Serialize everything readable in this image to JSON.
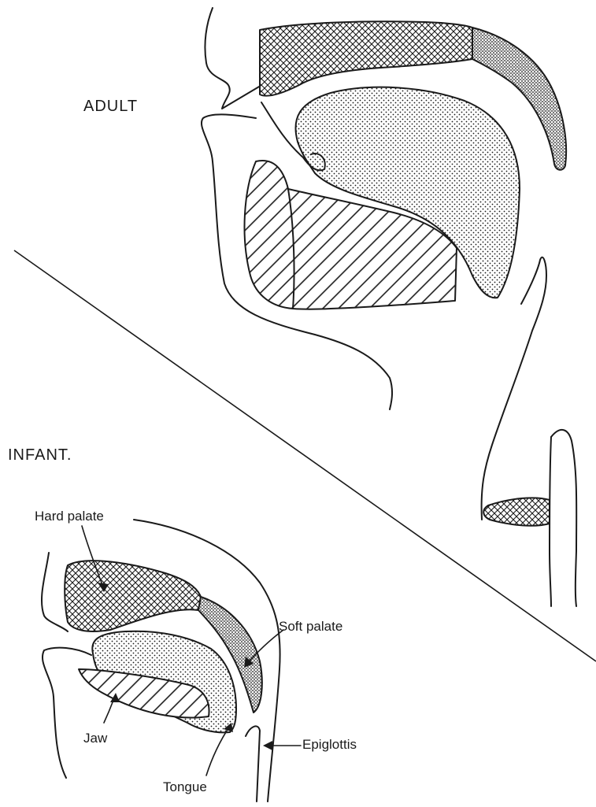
{
  "diagram": {
    "sections": {
      "adult": "ADULT",
      "infant": "INFANT."
    },
    "labels": {
      "hard_palate": "Hard palate",
      "soft_palate": "Soft palate",
      "jaw": "Jaw",
      "tongue": "Tongue",
      "epiglottis": "Epiglottis"
    },
    "colors": {
      "ink": "#1a1a1a",
      "paper": "#ffffff"
    }
  }
}
